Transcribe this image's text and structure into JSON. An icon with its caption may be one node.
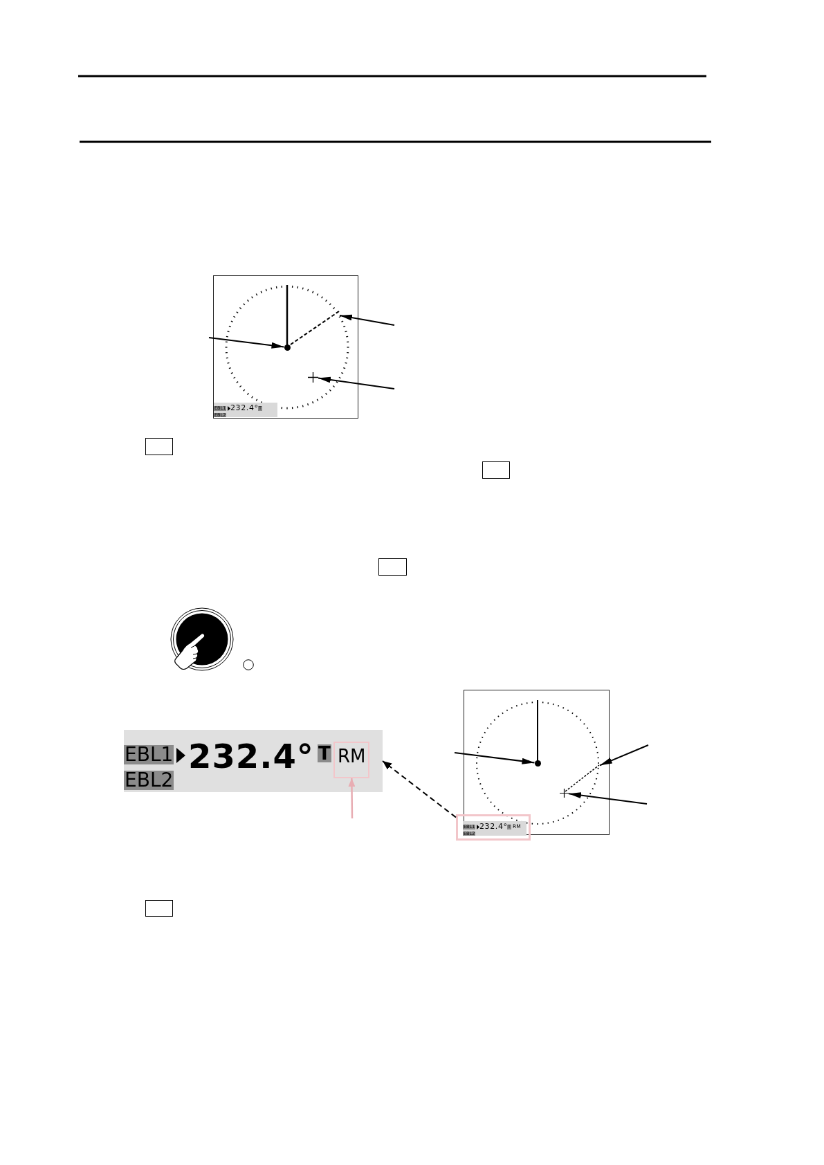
{
  "diagram": {
    "nodes": [
      {
        "text": [],
        "shape": "box"
      },
      {
        "text": [],
        "shape": "circle",
        "in": 0
      },
      {
        "text": [],
        "shape": "line",
        "in": 0
      },
      {
        "text": [],
        "shape": "cross",
        "in": 0
      },
      {
        "text": [
          "EBL1",
          "232.4°",
          "T",
          "EBL2"
        ],
        "in": 0
      },
      {
        "text": [],
        "shape": "box"
      },
      {
        "text": [],
        "shape": "box"
      },
      {
        "text": [],
        "shape": "box"
      },
      {
        "text": [
          "EBL1",
          "232.4°",
          "T",
          "EBL2"
        ]
      },
      {
        "text": [
          "RM"
        ],
        "in": 8
      },
      {
        "text": [],
        "shape": "box"
      },
      {
        "text": [],
        "shape": "circle",
        "in": 10
      },
      {
        "text": [],
        "shape": "line",
        "in": 10
      },
      {
        "text": [],
        "shape": "cross",
        "in": 10
      },
      {
        "text": [],
        "shape": "box"
      },
      {
        "text": [
          "EBL1",
          "232.4°",
          "T",
          "RM",
          "EBL2"
        ]
      },
      {
        "text": [],
        "shape": "box"
      }
    ],
    "edges": [
      {
        "from": null,
        "to": 1,
        "arrow": "to"
      },
      {
        "from": null,
        "to": 2,
        "arrow": "to"
      },
      {
        "from": null,
        "to": 3,
        "arrow": "to"
      },
      {
        "from": 14,
        "to": 8,
        "arrow": "to",
        "style": "dashed"
      },
      {
        "from": null,
        "to": 9,
        "arrow": "to",
        "color": "#e8adb3"
      },
      {
        "from": null,
        "to": 11,
        "arrow": "to"
      },
      {
        "from": null,
        "to": 12,
        "arrow": "to"
      },
      {
        "from": null,
        "to": 13,
        "arrow": "to"
      }
    ]
  }
}
